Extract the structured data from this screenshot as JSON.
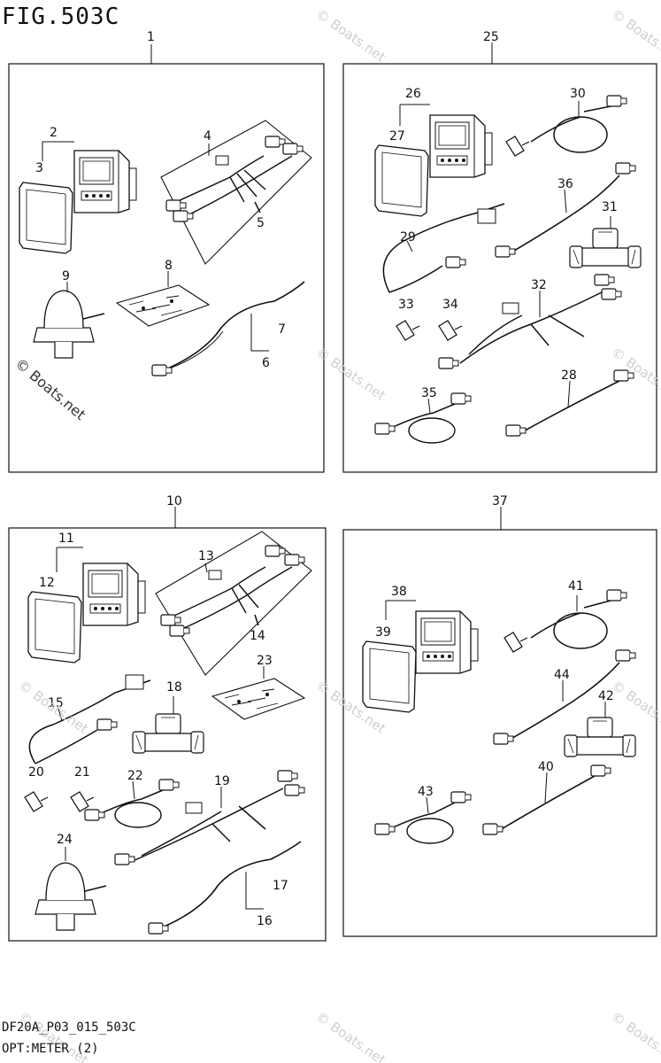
{
  "figure_title": "FIG.503C",
  "footer": {
    "code": "DF20A_P03_015_503C",
    "name": "OPT:METER (2)"
  },
  "watermarks": {
    "text": "© Boats.net"
  },
  "panels": [
    {
      "id": "top-left",
      "number": "1",
      "callouts": [
        "2",
        "3",
        "4",
        "5",
        "8",
        "9",
        "7",
        "6"
      ]
    },
    {
      "id": "top-right",
      "number": "25",
      "callouts": [
        "26",
        "27",
        "30",
        "36",
        "31",
        "29",
        "32",
        "33",
        "34",
        "35",
        "28"
      ]
    },
    {
      "id": "bottom-left",
      "number": "10",
      "callouts": [
        "11",
        "12",
        "13",
        "14",
        "23",
        "18",
        "15",
        "20",
        "21",
        "22",
        "19",
        "24",
        "17",
        "16"
      ]
    },
    {
      "id": "bottom-right",
      "number": "37",
      "callouts": [
        "38",
        "39",
        "41",
        "44",
        "42",
        "40",
        "43"
      ]
    }
  ]
}
